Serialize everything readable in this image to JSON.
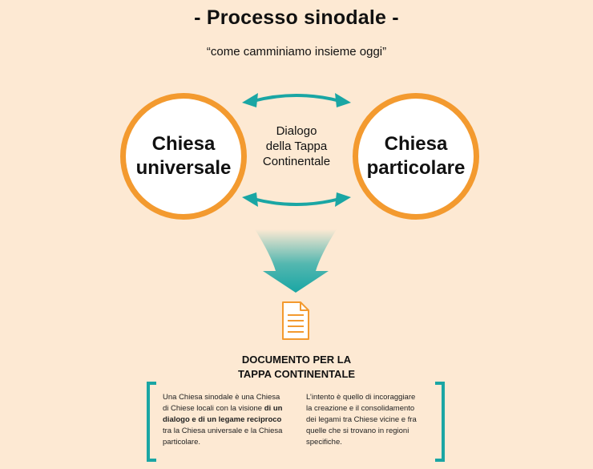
{
  "header": {
    "title": "- Processo sinodale -",
    "subtitle": "“come camminiamo insieme oggi”"
  },
  "diagram": {
    "left_circle": [
      "Chiesa",
      "universale"
    ],
    "right_circle": [
      "Chiesa",
      "particolare"
    ],
    "center_label": [
      "Dialogo",
      "della Tappa",
      "Continentale"
    ]
  },
  "document": {
    "icon": "document-icon",
    "title": [
      "DOCUMENTO PER LA",
      "TAPPA CONTINENTALE"
    ],
    "left_text": {
      "line1": "Una Chiesa sinodale è una Chiesa",
      "line2_plain": "di Chiese locali con la visione ",
      "line2_bold": "di un",
      "line3_bold": "dialogo e di un legame reciproco",
      "line4": "tra la Chiesa universale e la Chiesa",
      "line5": "particolare."
    },
    "right_text": [
      "L’intento è quello di incoraggiare",
      "la creazione e il consolidamento",
      "dei legami tra Chiese vicine e fra",
      "quelle che si trovano in regioni",
      "specifiche."
    ]
  },
  "colors": {
    "background": "#fde9d3",
    "orange": "#f39a2f",
    "teal": "#1aa6a4"
  }
}
